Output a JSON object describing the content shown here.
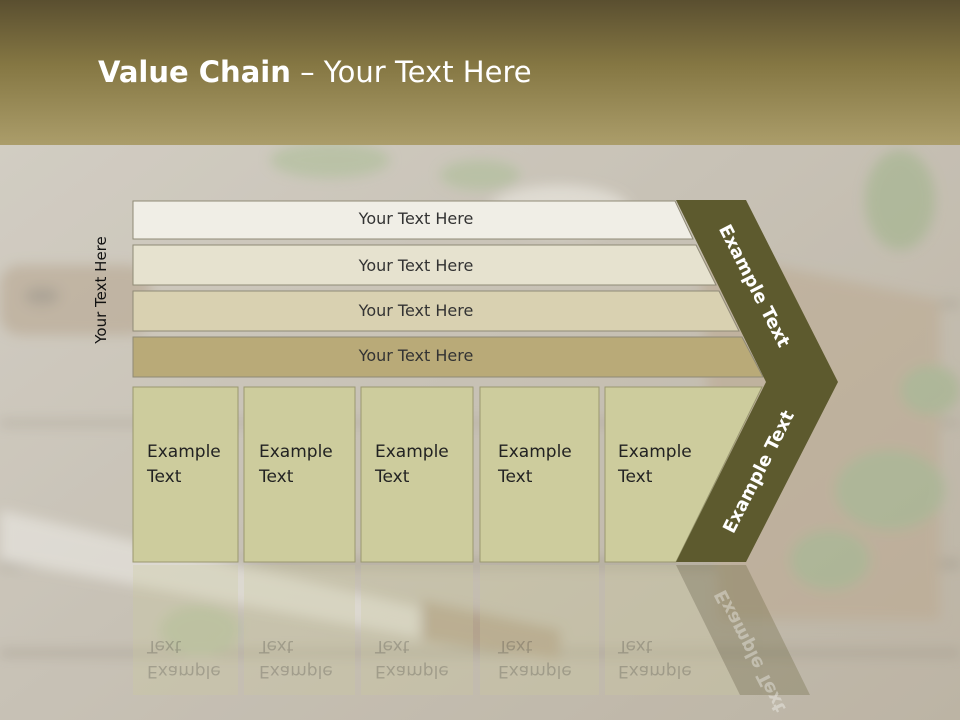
{
  "slide": {
    "title_bold": "Value Chain",
    "title_rest": " – Your Text Here"
  },
  "diagram": {
    "side_label": "Your Text Here",
    "bars": [
      {
        "label": "Your Text Here",
        "color": "#f0eee6"
      },
      {
        "label": "Your Text Here",
        "color": "#e6e2cf"
      },
      {
        "label": "Your Text Here",
        "color": "#d9d1b1"
      },
      {
        "label": "Your Text Here",
        "color": "#b9aa78"
      }
    ],
    "boxes": [
      {
        "line1": "Example",
        "line2": "Text"
      },
      {
        "line1": "Example",
        "line2": "Text"
      },
      {
        "line1": "Example",
        "line2": "Text"
      },
      {
        "line1": "Example",
        "line2": "Text"
      },
      {
        "line1": "Example",
        "line2": "Text"
      }
    ],
    "arrow_top": "Example Text",
    "arrow_bottom": "Example Text",
    "colors": {
      "box_fill": "#cdcc9d",
      "arrow_fill": "#5d5a2e",
      "header_dark": "#5a4f30",
      "header_light": "#ab9d6a"
    }
  }
}
